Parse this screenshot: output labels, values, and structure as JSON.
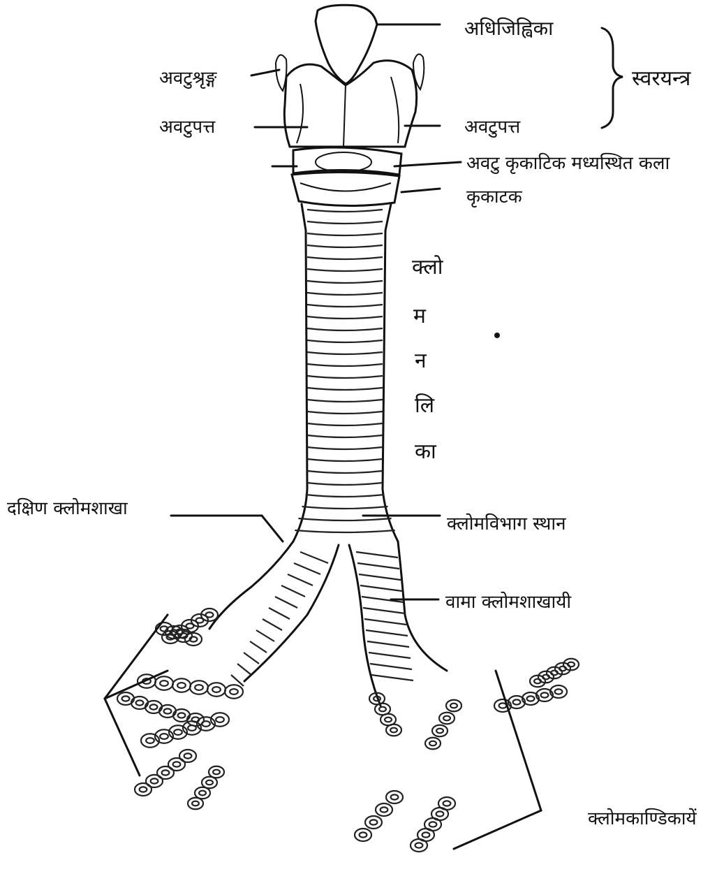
{
  "labels": {
    "epiglottis": "अधिजिह्विका",
    "larynx_group": "स्वरयन्त्र",
    "thyroid_horn": "अवटुश्रृङ्ग",
    "thyroid_plate_left": "अवटुपत्त",
    "thyroid_plate_right": "अवटुपत्त",
    "cricothyroid_membrane": "अवटु कृकाटिक मध्यस्थित कला",
    "cricoid": "कृकाटक",
    "trachea_vertical": [
      "क्लो",
      "म",
      "न",
      "लि",
      "का"
    ],
    "right_bronchus": "दक्षिण क्लोमशाखा",
    "carina": "क्लोमविभाग स्थान",
    "left_bronchus": "वामा क्लोमशाखायी",
    "bronchioles": "क्लोमकाण्डिकायें"
  }
}
